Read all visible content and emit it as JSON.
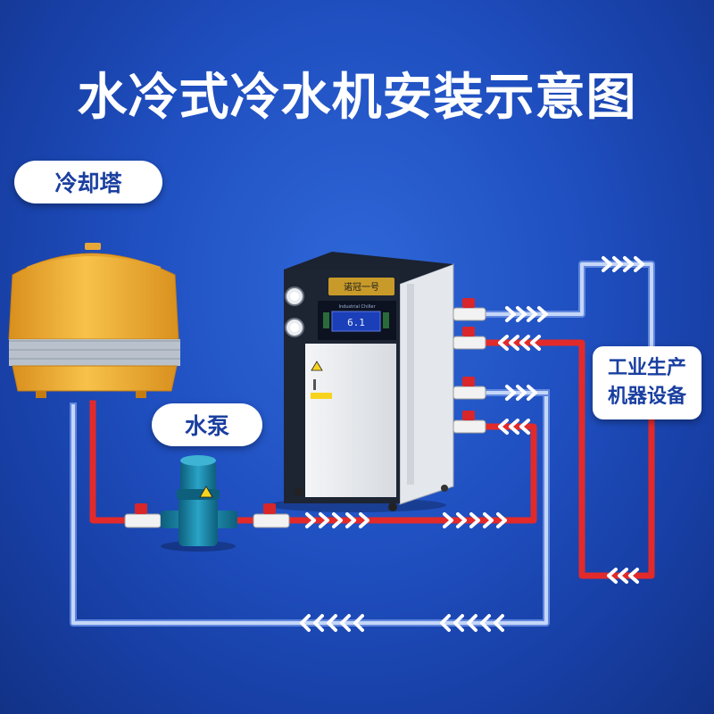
{
  "title": "水冷式冷水机安装示意图",
  "labels": {
    "cooling_tower": "冷却塔",
    "water_pump": "水泵",
    "equipment_line1": "工业生产",
    "equipment_line2": "机器设备"
  },
  "chiller": {
    "nameplate": "诺冠一号",
    "screen_brand": "Industrial Chiller",
    "display_value": "6.1"
  },
  "colors": {
    "background": "#1f4fc0",
    "hot_pipe": "#e32a2a",
    "cold_pipe": "#b9cdf5",
    "tower_body": "#f2b33a",
    "pump_body": "#1f8db0"
  },
  "icons": {
    "flow_arrow": "chevron-right-icon",
    "return_arrow": "chevron-left-icon",
    "valve": "ball-valve-icon"
  }
}
